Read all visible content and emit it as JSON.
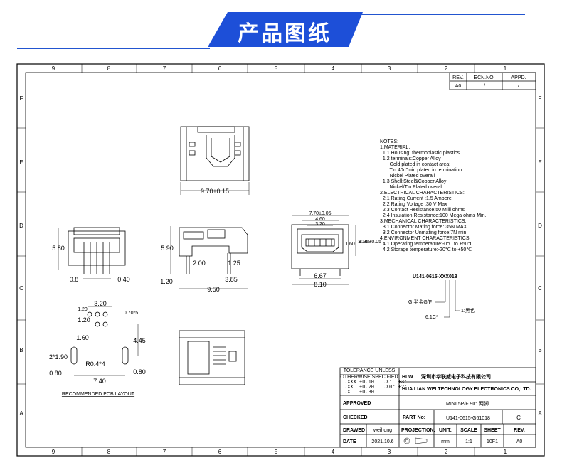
{
  "banner": {
    "title": "产品图纸"
  },
  "border": {
    "top_cols": [
      "9",
      "8",
      "7",
      "6",
      "5",
      "4",
      "3",
      "2",
      "1"
    ],
    "bottom_cols": [
      "9",
      "8",
      "7",
      "6",
      "5",
      "4",
      "3",
      "2",
      "1"
    ],
    "rows": [
      "F",
      "E",
      "D",
      "C",
      "B",
      "A"
    ]
  },
  "rev_block": {
    "h1": "REV.",
    "h2": "ECN.NO.",
    "h3": "APPD.",
    "v1": "A0",
    "v2": "/",
    "v3": "/"
  },
  "notes": [
    "NOTES:",
    "1.MATERIAL:",
    "  1.1 Housing: thermoplastic plastics.",
    "  1.2 terminals:Copper Alloy",
    "       Gold plated in contact area:",
    "       Tin 40u\"min plated in termination",
    "       Nickel Plated overall",
    "  1.3 Shell:Steel&Copper Alloy",
    "       Nickel/Tin Plated overall",
    "2.ELECTRICAL CHARACTERISTICS:",
    "  2.1 Rating Current :1.5 Ampere",
    "  2.2 Rating Voltage :30 V Max",
    "  2.3 Contact Resistance:50 Milli ohms",
    "  2.4 Insulation Resistance:100 Mega ohms Min.",
    "3.MECHANICAL CHARACTERISTICS:",
    "  3.1 Connector Mating force: 35N MAX",
    "  3.2 Connector Unmating force:7N min",
    "4.ENVIRONMENT CHARACTERISTICS:",
    "  4.1 Operating temperature:-0℃ to +50℃",
    "  4.2 Storage temperature:-20℃ to +50℃"
  ],
  "part_code": {
    "code": "U141-0615-XXX018",
    "opt1": "G:半金G/F",
    "opt2": "6:1C*",
    "opt3": "1:黑色"
  },
  "dims": {
    "top_width": "9.70±0.15",
    "front_height": "5.80",
    "front_pitch": "0.8",
    "front_pin": "0.40",
    "side_h": "5.90",
    "side_a": "2.00",
    "side_b": "1.25",
    "side_c": "1.20",
    "side_d": "3.85",
    "side_e": "9.50",
    "end_top1": "7.70±0.05",
    "end_top2": "4.60",
    "end_top3": "3.20",
    "end_h": "3.90±0.05",
    "end_r1": "1.60",
    "end_r2": "3.10",
    "end_w1": "6.67",
    "end_w2": "8.10",
    "pcb_a": "3.20",
    "pcb_b": "1.20",
    "pcb_c": "1.60",
    "pcb_d": "4.45",
    "pcb_e": "2*1.90",
    "pcb_f": "R0.4*4",
    "pcb_g": "0.80",
    "pcb_h": "0.80",
    "pcb_i": "7.40",
    "pcb_j": "0.70*5",
    "pcb_k": "1.20",
    "pcb_label": "RECOMMENDED PCB LAYOUT"
  },
  "title_block": {
    "tol_title": "TOLERANCE UNLESS",
    "tol_sub": "OTHERWISE SPECIFIED",
    "tol_rows": [
      ".XXX ±0.10   .X°  ±3°",
      ".XX  ±0.20   .X0° ±2°",
      ".X   ±0.30"
    ],
    "approved": "APPROVED",
    "checked": "CHECKED",
    "drawed": "DRAWED",
    "date": "DATE",
    "drawer": "weihong",
    "date_val": "2021.10.6",
    "company_cn": "深圳市华联威电子科技有限公司",
    "company_en": "HUA LIAN WEI TECHNOLOGY ELECTRONICS CO;LTD.",
    "logo": "HLW",
    "title": "MINI 5P/F 90° 两脚",
    "part_label": "PART No:",
    "part_no": "U141-0615-G61018",
    "part_rev": "C",
    "projection": "PROJECTION:",
    "unit_l": "UNIT:",
    "scale_l": "SCALE",
    "sheet_l": "SHEET",
    "rev_l": "REV.",
    "unit_v": "mm",
    "scale_v": "1:1",
    "sheet_v": "10F1",
    "rev_v": "A0"
  }
}
